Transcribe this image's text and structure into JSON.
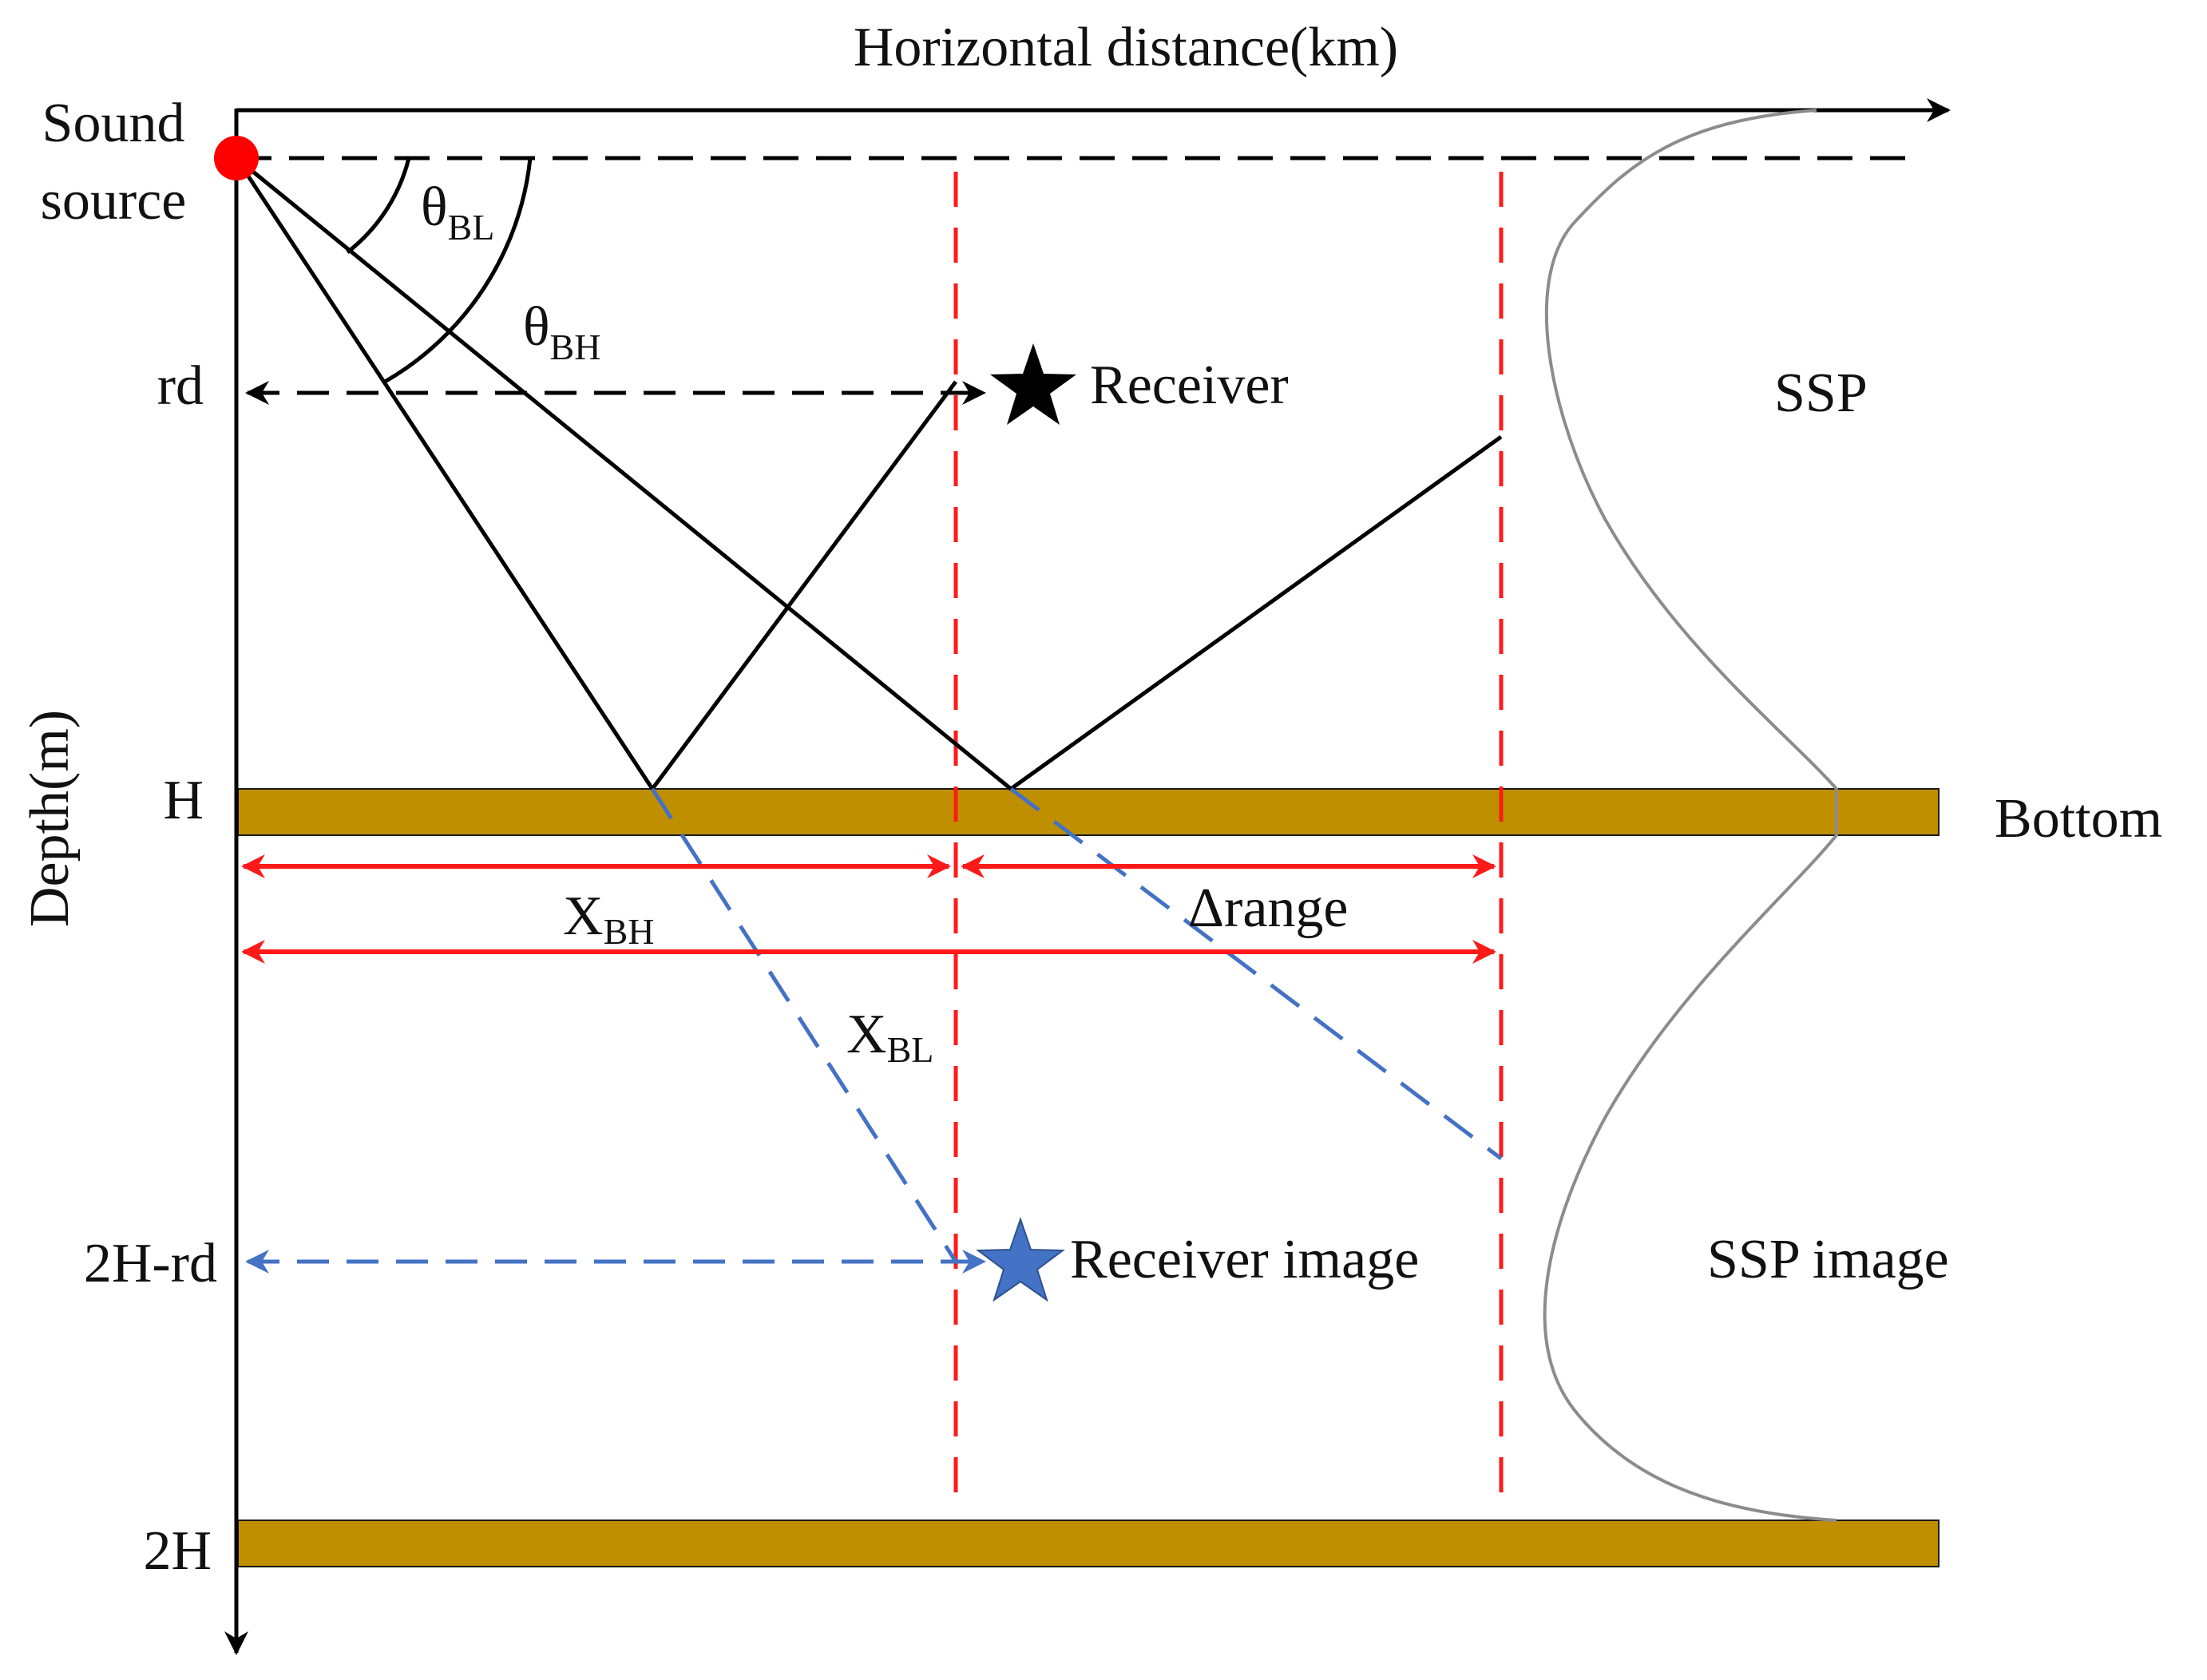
{
  "axes": {
    "x_label": "Horizontal distance(km)",
    "y_label": "Depth(m)"
  },
  "depth_ticks": {
    "rd": "rd",
    "h": "H",
    "two_h_rd": "2H-rd",
    "two_h": "2H"
  },
  "source": {
    "line1": "Sound",
    "line2": "source"
  },
  "angles": {
    "low": {
      "main": "θ",
      "sub": "BL"
    },
    "high": {
      "main": "θ",
      "sub": "BH"
    }
  },
  "receiver": {
    "label": "Receiver"
  },
  "receiver_image": {
    "label": "Receiver image"
  },
  "ssp": {
    "label": "SSP",
    "image_label": "SSP image"
  },
  "bottom": {
    "label": "Bottom"
  },
  "distances": {
    "x_bh": {
      "main": "X",
      "sub": "BH"
    },
    "x_bl": {
      "main": "X",
      "sub": "BL"
    },
    "delta_range": "Δrange"
  },
  "colors": {
    "ink": "#000000",
    "red": "#ff1a1a",
    "blue": "#4472c4",
    "bottom_fill": "#bf8f00",
    "ssp_curve": "#8c8c8c",
    "source_dot": "#ff0000",
    "star_black": "#000000",
    "star_blue": "#4472c4"
  }
}
